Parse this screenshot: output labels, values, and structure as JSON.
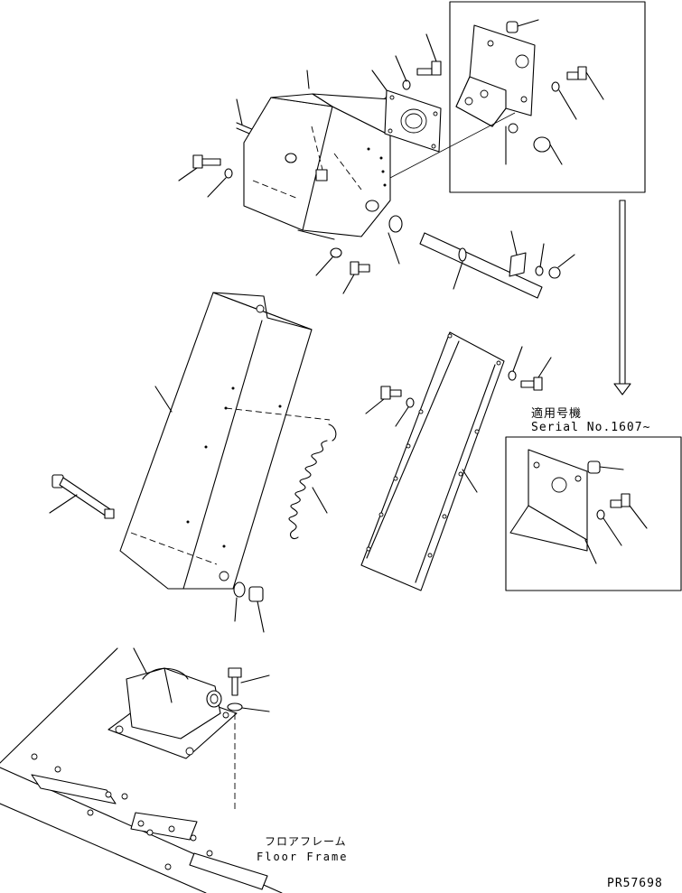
{
  "labels": {
    "applicable_models": "適用号機",
    "serial_no": "Serial No.1607~",
    "floor_frame_jp": "フロアフレーム",
    "floor_frame_en": "Floor Frame",
    "drawing_number": "PR57698"
  },
  "icons": {
    "serial_arrow": "down-arrow-icon"
  }
}
